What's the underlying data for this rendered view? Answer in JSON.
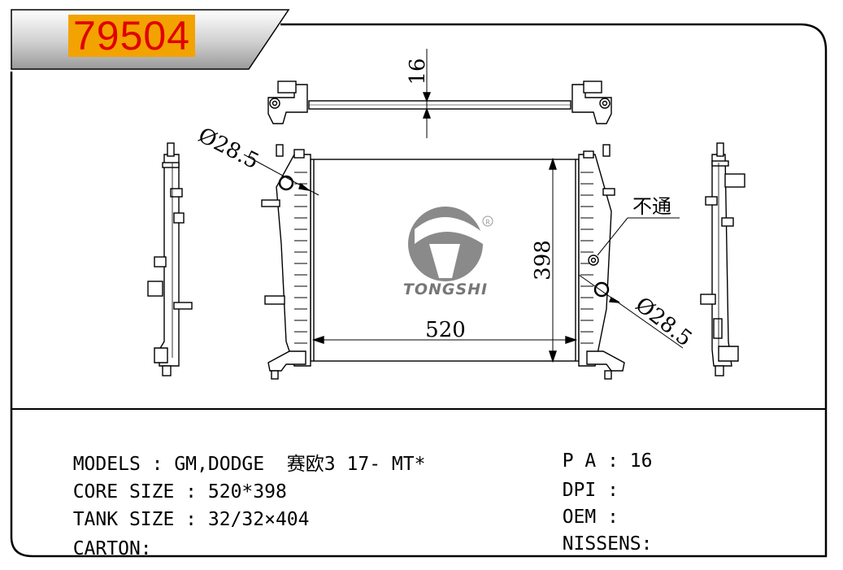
{
  "header": {
    "part_number": "79504"
  },
  "drawing": {
    "dim_top": "16",
    "dim_height": "398",
    "dim_width": "520",
    "diameter_left": "Ø28.5",
    "diameter_right": "Ø28.5",
    "note_blocked": "不通",
    "logo_text": "TONGSHI",
    "registered_mark": "R"
  },
  "specs": {
    "models": {
      "label": "MODELS : ",
      "value": "GM,DODGE  赛欧3 17- MT*"
    },
    "core_size": {
      "label": "CORE SIZE : ",
      "value": "520*398"
    },
    "tank_size": {
      "label": "TANK SIZE : ",
      "value": "32/32×404"
    },
    "carton": {
      "label": "CARTON:",
      "value": ""
    },
    "pa": {
      "label": "P A : ",
      "value": "16"
    },
    "dpi": {
      "label": "DPI : ",
      "value": ""
    },
    "oem": {
      "label": "OEM : ",
      "value": ""
    },
    "nissens": {
      "label": "NISSENS:",
      "value": ""
    }
  },
  "colors": {
    "badge_bg": "#f2a300",
    "badge_text": "#e00000",
    "logo": "#777777"
  }
}
